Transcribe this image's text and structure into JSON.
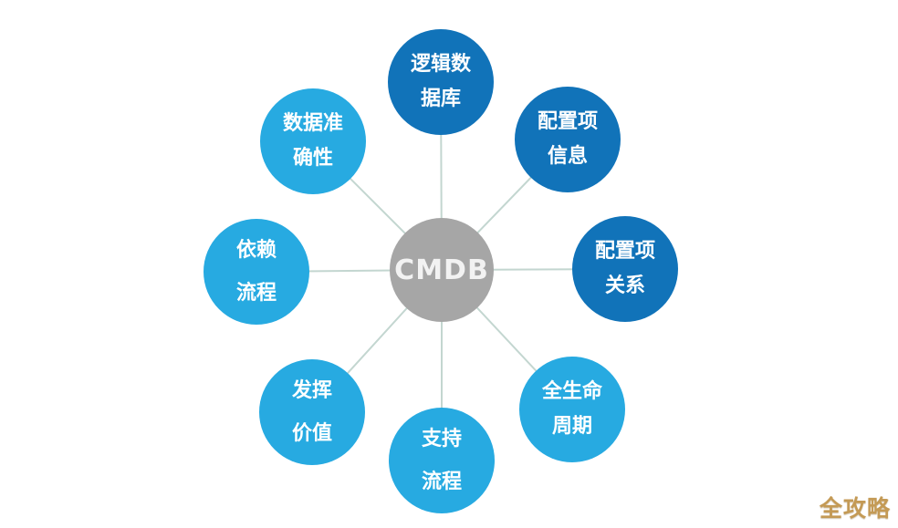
{
  "diagram": {
    "center": {
      "label": "CMDB"
    },
    "nodes": [
      {
        "name": "logical-database",
        "lines": [
          "逻辑数",
          "据库"
        ],
        "tone": "dark",
        "position": "top"
      },
      {
        "name": "configuration-item-info",
        "lines": [
          "配置项",
          "信息"
        ],
        "tone": "dark",
        "position": "top-right"
      },
      {
        "name": "configuration-item-relations",
        "lines": [
          "配置项",
          "关系"
        ],
        "tone": "dark",
        "position": "right"
      },
      {
        "name": "full-lifecycle",
        "lines": [
          "全生命",
          "周期"
        ],
        "tone": "light",
        "position": "bottom-right"
      },
      {
        "name": "support-process",
        "lines": [
          "支持",
          "流程"
        ],
        "tone": "light",
        "position": "bottom"
      },
      {
        "name": "deliver-value",
        "lines": [
          "发挥",
          "价值"
        ],
        "tone": "light",
        "position": "bottom-left"
      },
      {
        "name": "dependency-process",
        "lines": [
          "依赖",
          "流程"
        ],
        "tone": "light",
        "position": "left"
      },
      {
        "name": "data-accuracy",
        "lines": [
          "数据准",
          "确性"
        ],
        "tone": "light",
        "position": "top-left"
      }
    ],
    "colors": {
      "dark_blue": "#1173b9",
      "light_blue": "#27aae1",
      "center_gray": "#a6a6a6",
      "connector_line": "#c3d6d0",
      "watermark_gold": "#c49a55"
    }
  },
  "watermark": {
    "text": "全攻略"
  }
}
